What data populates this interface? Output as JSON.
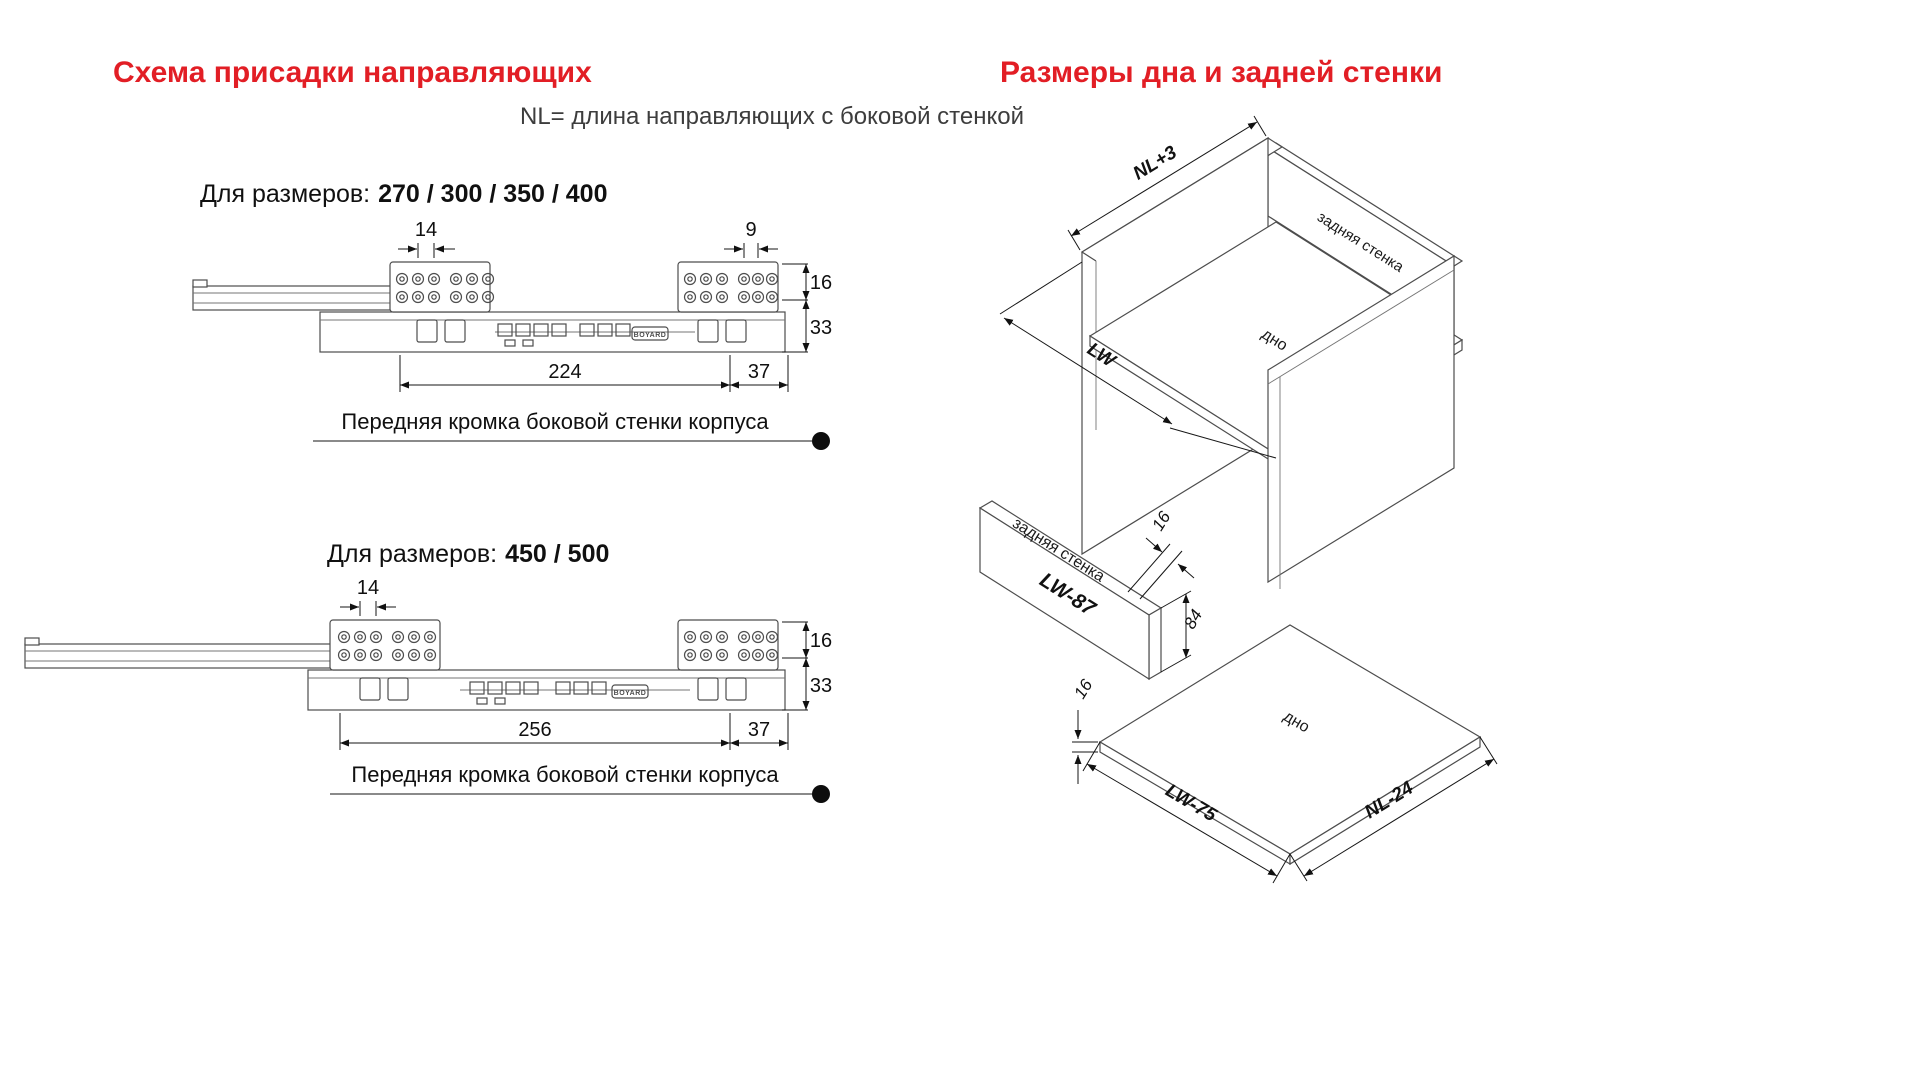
{
  "titles": {
    "left": "Схема присадки направляющих",
    "right": "Размеры дна и задней стенки",
    "subtitle": "NL= длина направляющих с боковой стенкой"
  },
  "colors": {
    "accent": "#e21e25",
    "line": "#4d4d4d",
    "dimension": "#161616"
  },
  "slide1": {
    "size_prefix": "Для размеров:",
    "sizes": "270 / 300 / 350 / 400",
    "dim_top_left": "14",
    "dim_top_right": "9",
    "dim_16": "16",
    "dim_33": "33",
    "dim_main": "224",
    "dim_offset": "37",
    "caption": "Передняя кромка боковой стенки корпуса",
    "brand": "BOYARD"
  },
  "slide2": {
    "size_prefix": "Для размеров:",
    "sizes": "450 / 500",
    "dim_top_left": "14",
    "dim_16": "16",
    "dim_33": "33",
    "dim_main": "256",
    "dim_offset": "37",
    "caption": "Передняя кромка боковой стенки корпуса",
    "brand": "BOYARD"
  },
  "cabinet": {
    "dim_depth": "NL+3",
    "dim_width": "LW",
    "back_wall": "задняя стенка",
    "bottom": "дно"
  },
  "back_panel": {
    "label": "задняя стенка",
    "dim_width": "LW-87",
    "dim_thickness": "16",
    "dim_height": "84"
  },
  "bottom_panel": {
    "label": "дно",
    "dim_thickness": "16",
    "dim_width": "LW-75",
    "dim_length": "NL-24"
  }
}
